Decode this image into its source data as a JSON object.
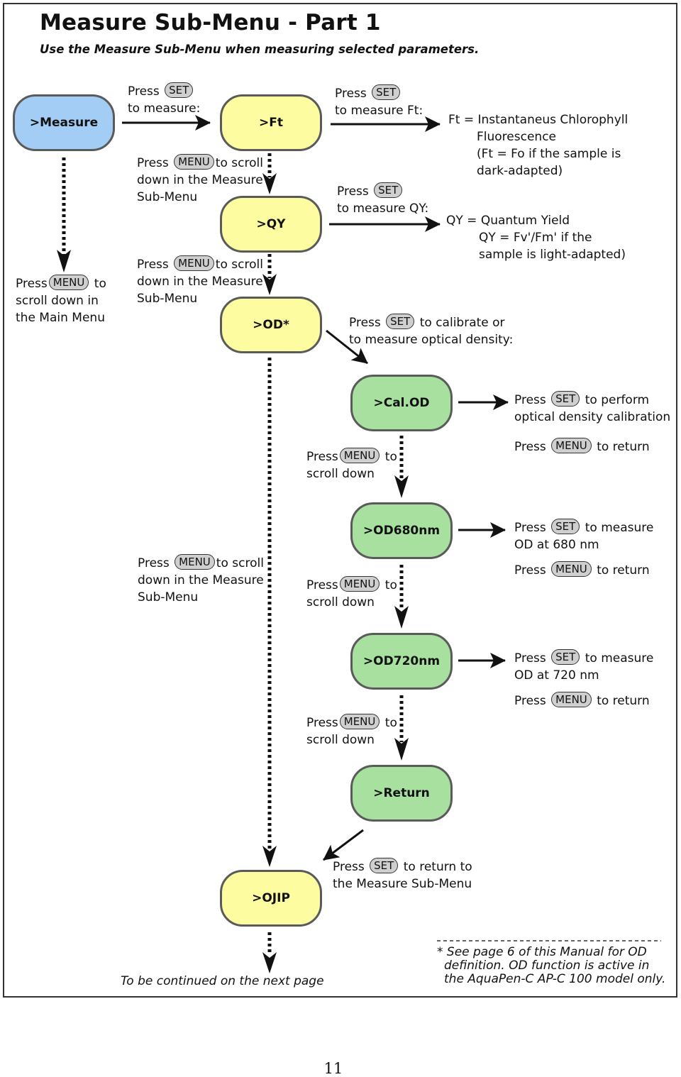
{
  "header": {
    "title": "Measure Sub-Menu - Part 1",
    "subtitle": "Use the Measure Sub-Menu when measuring selected parameters."
  },
  "keys": {
    "set": "SET",
    "menu": "MENU"
  },
  "nodes": {
    "measure": ">Measure",
    "ft": ">Ft",
    "qy": ">QY",
    "od": ">OD*",
    "calod": ">Cal.OD",
    "od680": ">OD680nm",
    "od720": ">OD720nm",
    "ret": ">Return",
    "ojip": ">OJIP"
  },
  "labels": {
    "press": "Press",
    "to": "to",
    "to_measure": "to measure:",
    "to_measure_ft": "to measure Ft:",
    "to_measure_qy": "to measure QY:",
    "to_scroll": "to scroll",
    "down_in_measure": "down in the Measure",
    "sub_menu": "Sub-Menu",
    "scroll_down_in": "scroll down in",
    "the_main_menu": "the Main Menu",
    "scroll_down": "scroll down",
    "to_calibrate_or": "to calibrate or",
    "to_measure_od": "to measure optical density:",
    "to_perform": "to perform",
    "od_calibration": "optical density calibration",
    "to_return": "to return",
    "to_measure_short": "to measure",
    "od_680": "OD at 680 nm",
    "od_720": "OD at 720 nm",
    "to_return_to": "to return to",
    "the_measure_sub_menu": "the Measure Sub-Menu"
  },
  "descriptions": {
    "ft": [
      "Ft = Instantaneus Chlorophyll",
      "Fluorescence",
      "(Ft = Fo if the sample is",
      "dark-adapted)"
    ],
    "qy": [
      "QY = Quantum Yield",
      "QY = Fv'/Fm' if the",
      "sample is light-adapted)"
    ]
  },
  "footer": {
    "continued": "To be continued on the next page",
    "note": [
      "* See page 6 of this Manual for OD",
      "definition. OD function is active in",
      "the AquaPen-C AP-C 100 model only."
    ],
    "page_number": "11"
  }
}
